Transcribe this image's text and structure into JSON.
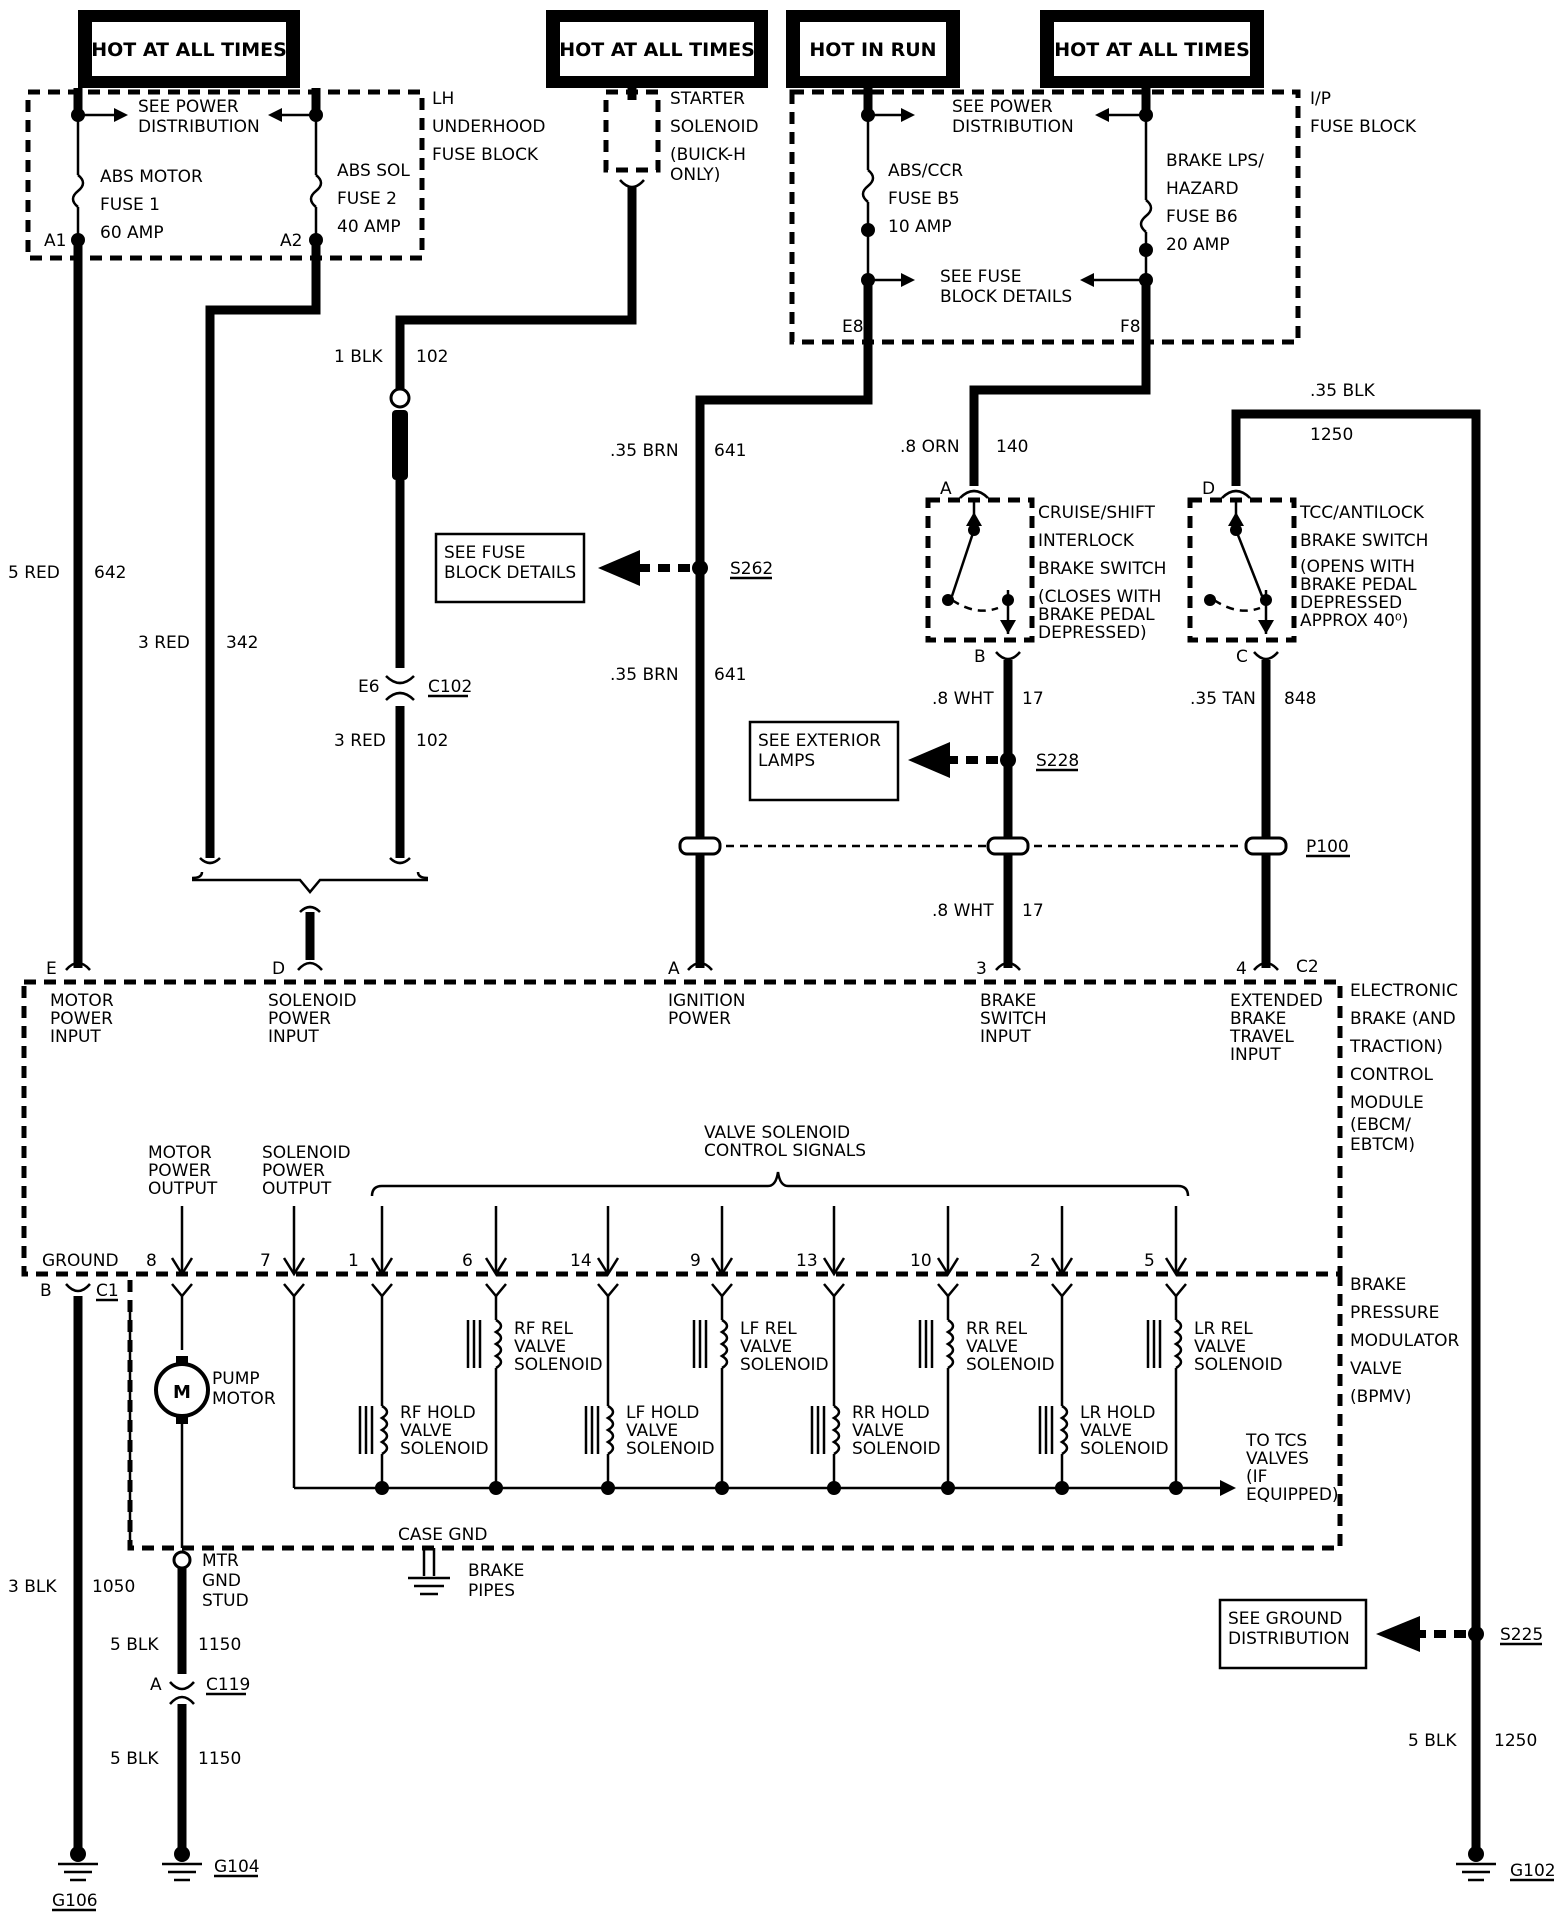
{
  "hot_labels": {
    "h1": "HOT AT ALL TIMES",
    "h2": "HOT AT ALL TIMES",
    "h3": "HOT IN RUN",
    "h4": "HOT AT ALL TIMES"
  },
  "lh_block": {
    "see_power": [
      "SEE POWER",
      "DISTRIBUTION"
    ],
    "title": [
      "LH",
      "UNDERHOOD",
      "FUSE BLOCK"
    ],
    "fuse1": [
      "ABS MOTOR",
      "FUSE 1",
      "60 AMP"
    ],
    "fuse2": [
      "ABS SOL",
      "FUSE 2",
      "40 AMP"
    ],
    "pin_a1": "A1",
    "pin_a2": "A2"
  },
  "starter": [
    "STARTER",
    "SOLENOID",
    "(BUICK-H",
    "ONLY)"
  ],
  "ip_block": {
    "see_power": [
      "SEE POWER",
      "DISTRIBUTION"
    ],
    "title": [
      "I/P",
      "FUSE BLOCK"
    ],
    "fuse_b5": [
      "ABS/CCR",
      "FUSE B5",
      "10 AMP"
    ],
    "fuse_b6": [
      "BRAKE LPS/",
      "HAZARD",
      "FUSE B6",
      "20 AMP"
    ],
    "see_fuse": [
      "SEE FUSE",
      "BLOCK DETAILS"
    ],
    "pin_e8": "E8",
    "pin_f8": "F8"
  },
  "wires": {
    "w642": {
      "gauge": "5 RED",
      "circuit": "642"
    },
    "w342": {
      "gauge": "3 RED",
      "circuit": "342"
    },
    "w102a": {
      "gauge": "1 BLK",
      "circuit": "102"
    },
    "w102b": {
      "gauge": "3 RED",
      "circuit": "102"
    },
    "w641a": {
      "gauge": ".35 BRN",
      "circuit": "641"
    },
    "w641b": {
      "gauge": ".35 BRN",
      "circuit": "641"
    },
    "w140": {
      "gauge": ".8 ORN",
      "circuit": "140"
    },
    "w17a": {
      "gauge": ".8 WHT",
      "circuit": "17"
    },
    "w17b": {
      "gauge": ".8 WHT",
      "circuit": "17"
    },
    "w1250a": {
      "gauge": ".35 BLK",
      "circuit": "1250"
    },
    "w848": {
      "gauge": ".35 TAN",
      "circuit": "848"
    },
    "w1050": {
      "gauge": "3 BLK",
      "circuit": "1050"
    },
    "w1150a": {
      "gauge": "5 BLK",
      "circuit": "1150"
    },
    "w1150b": {
      "gauge": "5 BLK",
      "circuit": "1150"
    },
    "w1250b": {
      "gauge": "5 BLK",
      "circuit": "1250"
    }
  },
  "connectors": {
    "c102": "C102",
    "e6": "E6",
    "s262": "S262",
    "s228": "S228",
    "p100": "P100",
    "s225": "S225",
    "c119": "C119",
    "c119_pin": "A",
    "c1": "C1",
    "c2": "C2",
    "pin_b_gnd": "B"
  },
  "refs": {
    "fuse_details": [
      "SEE FUSE",
      "BLOCK DETAILS"
    ],
    "exterior": [
      "SEE EXTERIOR",
      "LAMPS"
    ],
    "ground_dist": [
      "SEE GROUND",
      "DISTRIBUTION"
    ]
  },
  "cruise_switch": {
    "label": [
      "CRUISE/SHIFT",
      "INTERLOCK",
      "BRAKE SWITCH",
      "(CLOSES WITH",
      "BRAKE PEDAL",
      "DEPRESSED)"
    ],
    "pin_a": "A",
    "pin_b": "B"
  },
  "tcc_switch": {
    "label": [
      "TCC/ANTILOCK",
      "BRAKE SWITCH",
      "(OPENS WITH",
      "BRAKE PEDAL",
      "DEPRESSED",
      "APPROX 40⁰)"
    ],
    "pin_d": "D",
    "pin_c": "C"
  },
  "ebcm": {
    "title": [
      "ELECTRONIC",
      "BRAKE (AND",
      "TRACTION)",
      "CONTROL",
      "MODULE",
      "(EBCM/",
      "EBTCM)"
    ],
    "inputs": [
      {
        "pin": "E",
        "label": [
          "MOTOR",
          "POWER",
          "INPUT"
        ]
      },
      {
        "pin": "D",
        "label": [
          "SOLENOID",
          "POWER",
          "INPUT"
        ]
      },
      {
        "pin": "A",
        "label": [
          "IGNITION",
          "POWER"
        ]
      },
      {
        "pin": "3",
        "label": [
          "BRAKE",
          "SWITCH",
          "INPUT"
        ]
      },
      {
        "pin": "4",
        "label": [
          "EXTENDED",
          "BRAKE",
          "TRAVEL",
          "INPUT"
        ]
      }
    ],
    "valve_signals": [
      "VALVE SOLENOID",
      "CONTROL SIGNALS"
    ],
    "motor_out": [
      "MOTOR",
      "POWER",
      "OUTPUT"
    ],
    "sol_out": [
      "SOLENOID",
      "POWER",
      "OUTPUT"
    ],
    "ground": "GROUND",
    "pin_8": "8",
    "pin_7": "7",
    "valve_pins": [
      "1",
      "6",
      "14",
      "9",
      "13",
      "10",
      "2",
      "5"
    ]
  },
  "bpmv": {
    "title": [
      "BRAKE",
      "PRESSURE",
      "MODULATOR",
      "VALVE",
      "(BPMV)"
    ],
    "pump": [
      "PUMP",
      "MOTOR"
    ],
    "motor_symbol": "M",
    "solenoids": [
      [
        "RF HOLD",
        "VALVE",
        "SOLENOID"
      ],
      [
        "RF REL",
        "VALVE",
        "SOLENOID"
      ],
      [
        "LF HOLD",
        "VALVE",
        "SOLENOID"
      ],
      [
        "LF REL",
        "VALVE",
        "SOLENOID"
      ],
      [
        "RR HOLD",
        "VALVE",
        "SOLENOID"
      ],
      [
        "RR REL",
        "VALVE",
        "SOLENOID"
      ],
      [
        "LR HOLD",
        "VALVE",
        "SOLENOID"
      ],
      [
        "LR REL",
        "VALVE",
        "SOLENOID"
      ]
    ],
    "tcs": [
      "TO TCS",
      "VALVES",
      "(IF",
      "EQUIPPED)"
    ],
    "case_gnd": "CASE GND",
    "brake_pipes": [
      "BRAKE",
      "PIPES"
    ],
    "mtr_gnd": [
      "MTR",
      "GND",
      "STUD"
    ]
  },
  "grounds": {
    "g106": "G106",
    "g104": "G104",
    "g102": "G102"
  }
}
